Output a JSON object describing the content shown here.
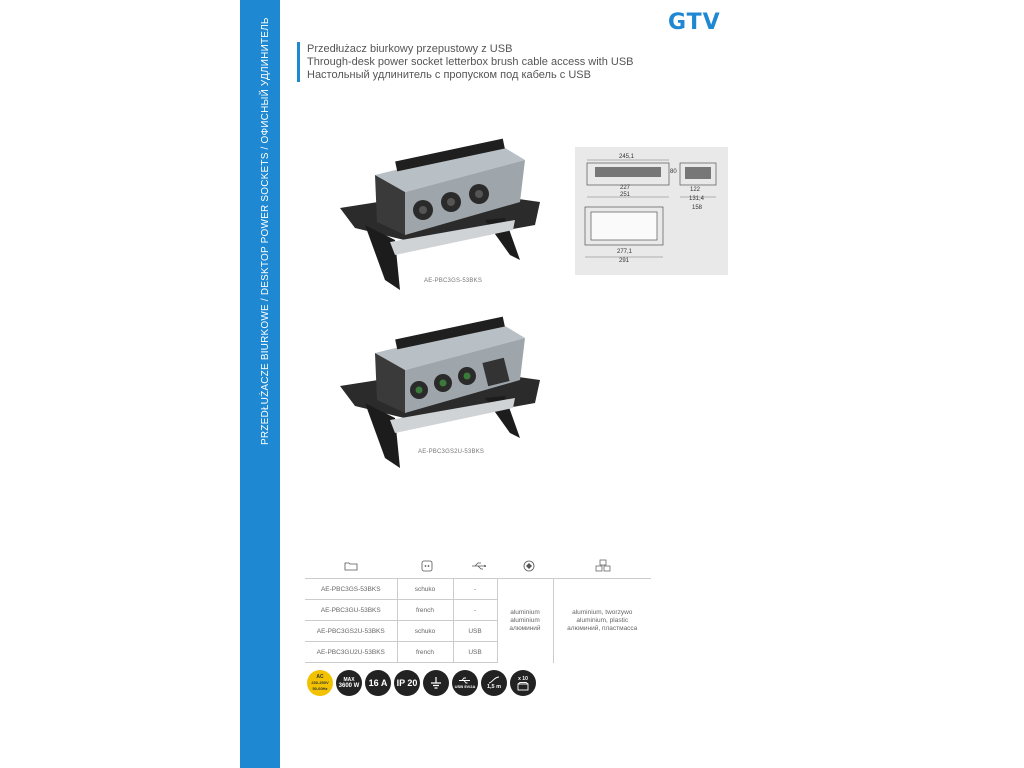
{
  "brand": "GTV",
  "sidebar_label": "PRZEDŁUŻACZE BIURKOWE / DESKTOP POWER SOCKETS / ОФИСНЫЙ УДЛИНИТЕЛЬ",
  "titles": {
    "pl": "Przedłużacz biurkowy przepustowy z USB",
    "en": "Through-desk power socket letterbox brush cable access with USB",
    "ru": "Настольный удлинитель с пропуском под кабель с USB"
  },
  "products": [
    {
      "code": "AE-PBC3GS-53BKS"
    },
    {
      "code": "AE-PBC3GS2U-53BKS"
    }
  ],
  "drawing": {
    "dims": [
      "245,1",
      "80",
      "227",
      "251",
      "122",
      "131,4",
      "158",
      "277,1",
      "291"
    ]
  },
  "table": {
    "icons": [
      "folder-icon",
      "socket-icon",
      "usb-icon",
      "material-icon",
      "cubes-icon"
    ],
    "rows": [
      {
        "code": "AE-PBC3GS-53BKS",
        "socket": "schuko",
        "usb": "-"
      },
      {
        "code": "AE-PBC3GU-53BKS",
        "socket": "french",
        "usb": "-"
      },
      {
        "code": "AE-PBC3GS2U-53BKS",
        "socket": "schuko",
        "usb": "USB"
      },
      {
        "code": "AE-PBC3GU2U-53BKS",
        "socket": "french",
        "usb": "USB"
      }
    ],
    "body_material": [
      "aluminium",
      "aluminium",
      "алюминий"
    ],
    "materials": [
      "aluminium, tworzywo",
      "aluminium, plastic",
      "алюминий, пластмасса"
    ]
  },
  "badges": {
    "ac": [
      "AC",
      "230-250V",
      "50-60Hz"
    ],
    "max": [
      "MAX",
      "3600 W"
    ],
    "amp": "16 A",
    "ip": "IP 20",
    "usb": "USB 5V/2A",
    "cable": "1,5 m",
    "pack": "x 10"
  },
  "colors": {
    "accent": "#1e88d2",
    "badge": "#222222",
    "badge_ac": "#f2c200"
  }
}
